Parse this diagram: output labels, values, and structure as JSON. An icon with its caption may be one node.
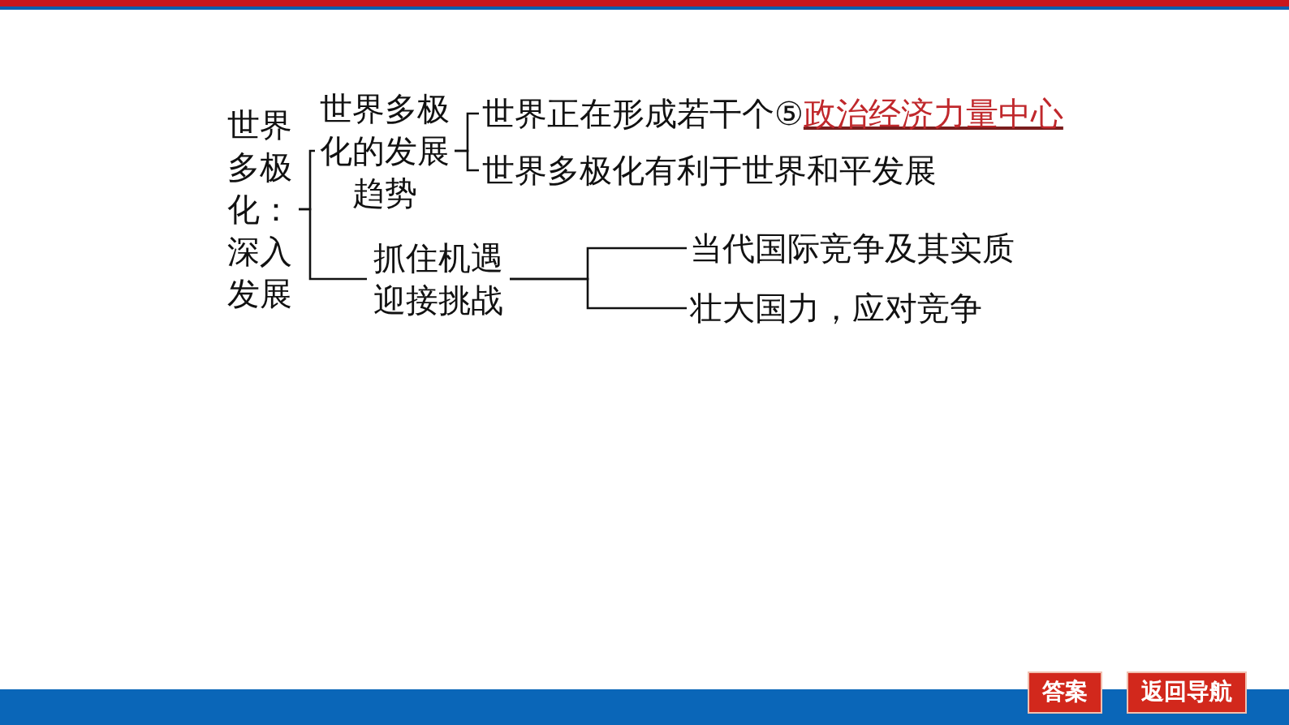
{
  "diagram": {
    "nodes": [
      {
        "text": [
          "世界多极化：深入发展"
        ]
      },
      {
        "text": [
          "世界多极化的发展趋势"
        ]
      },
      {
        "text": [
          "抓住机遇迎接挑战"
        ]
      },
      {
        "text": [
          "世界正在形成若干个⑤",
          "政治经济力量中心"
        ]
      },
      {
        "text": [
          "世界多极化有利于世界和平发展"
        ]
      },
      {
        "text": [
          "当代国际竞争及其实质"
        ]
      },
      {
        "text": [
          "壮大国力，应对竞争"
        ]
      }
    ],
    "edges": [
      {
        "from": 0,
        "to": 1,
        "arrow": "none"
      },
      {
        "from": 0,
        "to": 2,
        "arrow": "none"
      },
      {
        "from": 1,
        "to": 3,
        "arrow": "none"
      },
      {
        "from": 1,
        "to": 4,
        "arrow": "none"
      },
      {
        "from": 2,
        "to": 5,
        "arrow": "none"
      },
      {
        "from": 2,
        "to": 6,
        "arrow": "none"
      }
    ],
    "labels": [
      "答案",
      "返回导航"
    ]
  }
}
